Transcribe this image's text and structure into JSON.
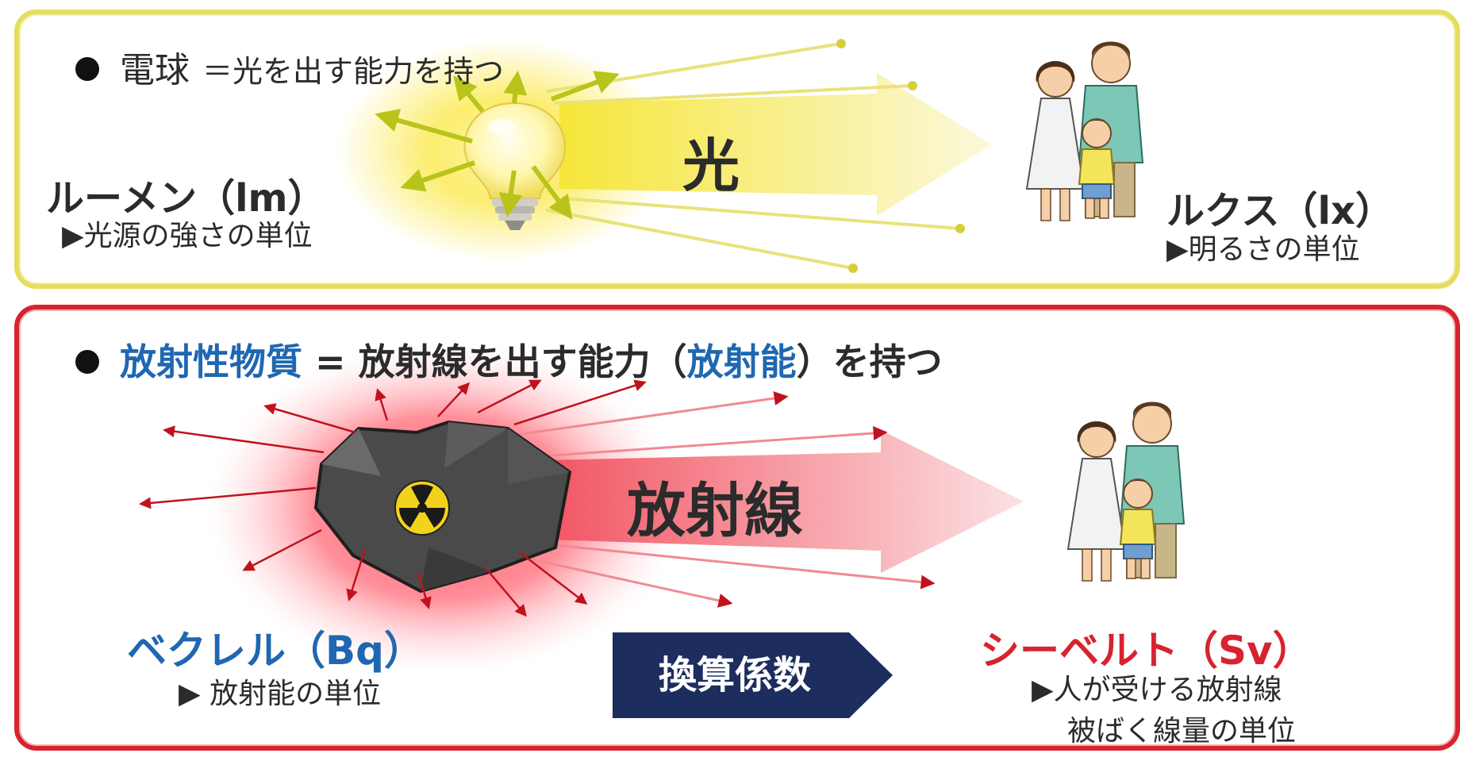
{
  "top": {
    "bullet_subject": "電球",
    "bullet_rest": "＝光を出す能力を持つ",
    "arrow_label": "光",
    "source_unit_title": "ルーメン（lm）",
    "source_unit_desc": "▶光源の強さの単位",
    "receiver_unit_title": "ルクス（lx）",
    "receiver_unit_desc": "▶明るさの単位"
  },
  "bottom": {
    "subject": "放射性物質",
    "equals": " = ",
    "rest_1": "放射線を出す能力（",
    "highlight": "放射能",
    "rest_2": "）を持つ",
    "arrow_label": "放射線",
    "source_unit_title": "ベクレル（Bq）",
    "source_unit_desc": "▶ 放射能の単位",
    "conversion_label": "換算係数",
    "receiver_unit_title": "シーベルト（Sv）",
    "receiver_unit_desc_1": "▶人が受ける放射線",
    "receiver_unit_desc_2": "被ばく線量の単位"
  },
  "colors": {
    "light_accent": "#e4dd5f",
    "radiation_accent": "#d7232e",
    "unit_blue": "#1f67b1",
    "conversion_navy": "#1c2d5e"
  }
}
